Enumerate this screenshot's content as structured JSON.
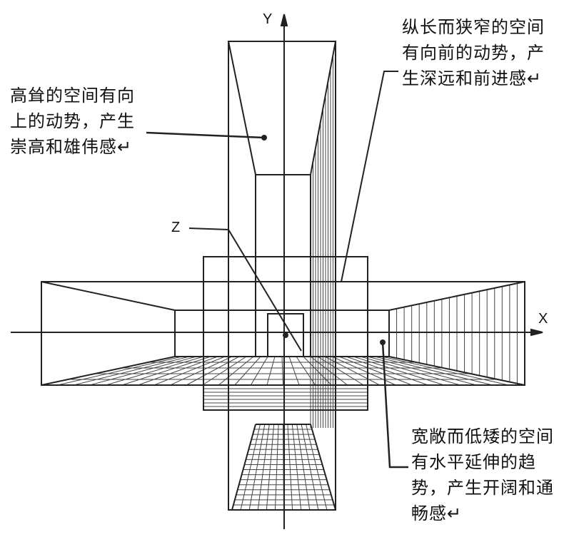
{
  "labels": {
    "y_axis": "Y",
    "x_axis": "X",
    "z_axis": "Z"
  },
  "annotations": {
    "top_right": "纵长而狭窄的空间有向前的动势，产生深远和前进感↵",
    "left": "高耸的空间有向上的动势，产生崇高和雄伟感↵",
    "bottom_right": "宽敞而低矮的空间有水平延伸的趋势，产生开阔和通畅感↵"
  }
}
